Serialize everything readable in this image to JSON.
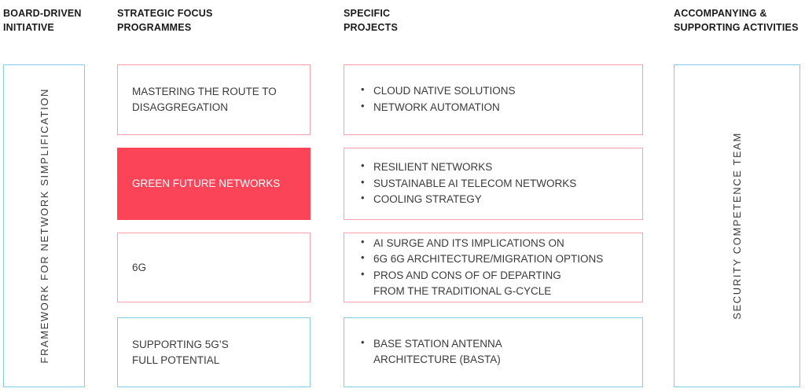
{
  "headers": {
    "initiative": "BOARD-DRIVEN\nINITIATIVE",
    "programmes": "STRATEGIC FOCUS\nPROGRAMMES",
    "projects": "SPECIFIC\nPROJECTS",
    "activities": "ACCOMPANYING &\nSUPPORTING ACTIVITIES"
  },
  "rails": {
    "left": "FRAMEWORK  FOR  NETWORK  SIMPLIFICATION",
    "right": "SECURITY  COMPETENCE  TEAM"
  },
  "colors": {
    "red_fill": "#fb4457",
    "red_border": "#f9a0ab",
    "blue_border": "#84cdea",
    "text": "#3b3b3b",
    "header_text": "#1a1a1a",
    "background": "#ffffff"
  },
  "rows": [
    {
      "programme": "MASTERING THE ROUTE TO\nDISAGGREGATION",
      "programme_style": "outline-red",
      "projects_style": "outline-red",
      "projects": [
        "CLOUD NATIVE SOLUTIONS",
        "NETWORK AUTOMATION"
      ]
    },
    {
      "programme": "GREEN FUTURE NETWORKS",
      "programme_style": "filled-red",
      "projects_style": "outline-red",
      "projects": [
        "RESILIENT NETWORKS",
        "SUSTAINABLE AI TELECOM NETWORKS",
        "COOLING STRATEGY"
      ]
    },
    {
      "programme": "6G",
      "programme_style": "outline-red",
      "projects_style": "outline-red",
      "projects": [
        "AI SURGE AND ITS IMPLICATIONS ON",
        "6G 6G ARCHITECTURE/MIGRATION OPTIONS",
        "PROS AND CONS OF OF DEPARTING\nFROM THE TRADITIONAL G-CYCLE"
      ]
    },
    {
      "programme": "SUPPORTING 5G’S\nFULL POTENTIAL",
      "programme_style": "outline-blue",
      "projects_style": "outline-blue",
      "projects": [
        "BASE STATION ANTENNA\nARCHITECTURE (BASTA)"
      ]
    }
  ]
}
